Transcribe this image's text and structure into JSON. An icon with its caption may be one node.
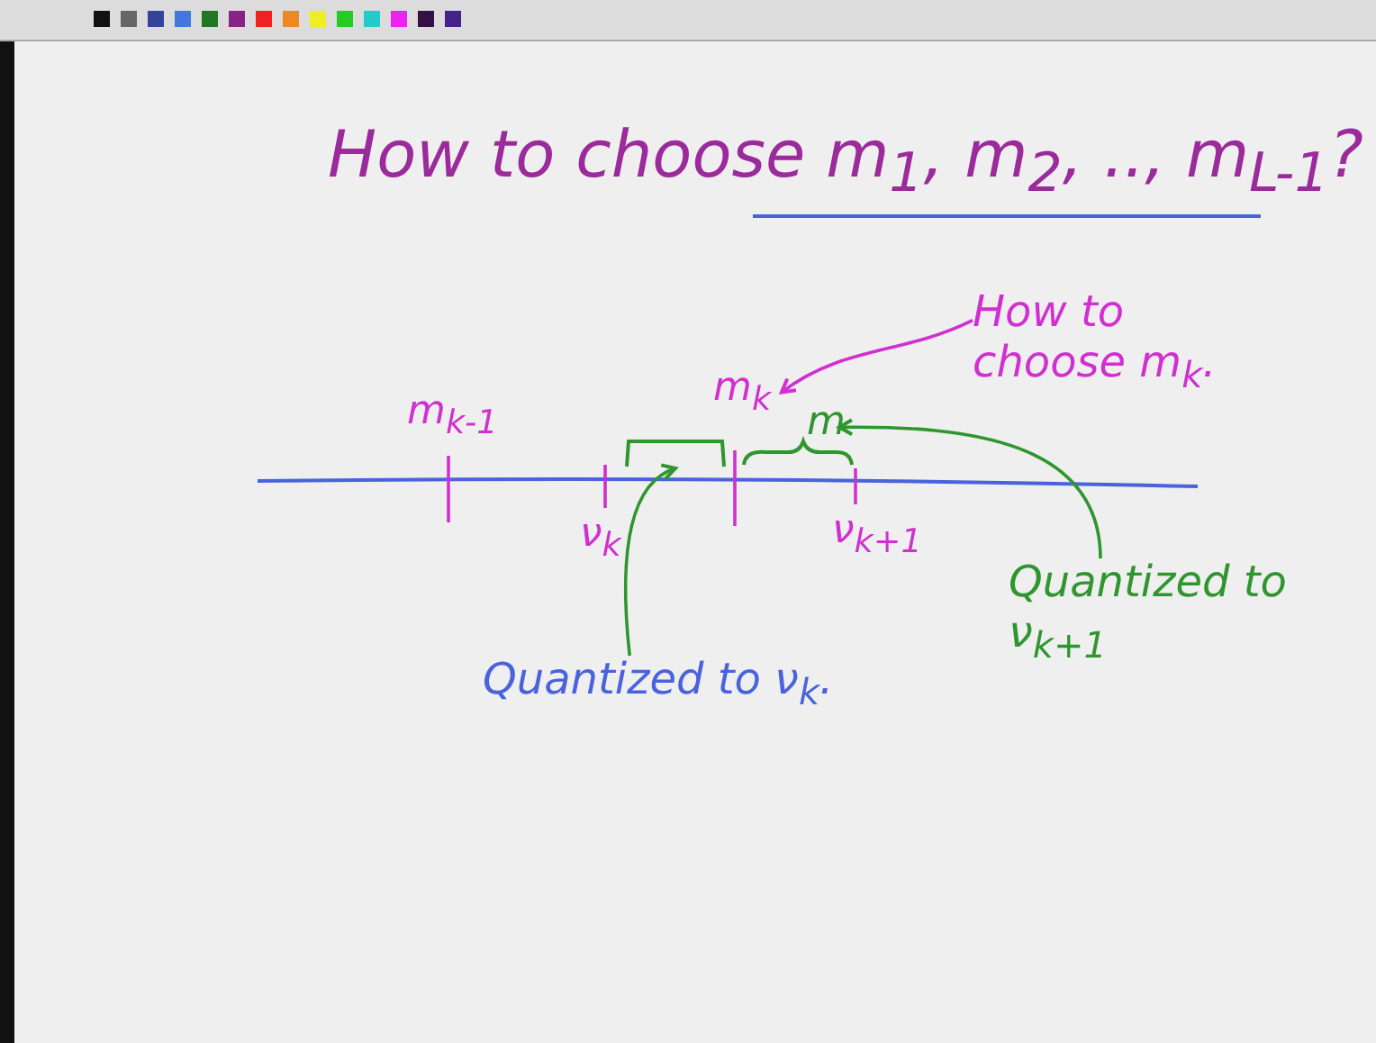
{
  "diagram": {
    "title": "How to choose m$_{1}$, m$_{2}$, .., m$_{L-1}$?",
    "nodes": [
      {
        "text": [
          "How to choose m$_{k}$."
        ]
      },
      {
        "text": [
          "m$_{k}$"
        ]
      },
      {
        "text": [
          "m"
        ]
      },
      {
        "text": [
          "Quantized to ν$_{k+1}$"
        ]
      },
      {
        "text": [],
        "shape": "bracket"
      },
      {
        "text": [
          "Quantized to ν$_{k}$."
        ]
      }
    ],
    "edges": [
      {
        "from": 0,
        "to": 1,
        "arrow": "to",
        "color": "#d030d0"
      },
      {
        "from": 3,
        "to": 2,
        "arrow": "to"
      },
      {
        "from": 5,
        "to": 4,
        "arrow": "to"
      }
    ],
    "labels": [
      "m$_{k-1}$",
      "ν$_{k}$",
      "ν$_{k+1}$"
    ]
  }
}
